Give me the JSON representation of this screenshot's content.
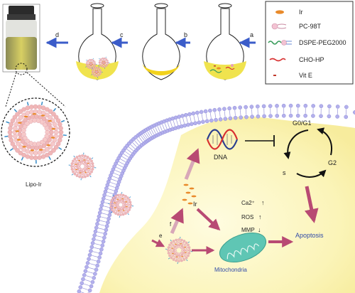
{
  "steps": {
    "a": "a",
    "b": "b",
    "c": "c",
    "d": "d",
    "e": "e",
    "f": "f"
  },
  "legend": {
    "items": [
      {
        "label": "Ir",
        "icon": "ir-ellipse-icon"
      },
      {
        "label": "PC-98T",
        "icon": "phospholipid-icon"
      },
      {
        "label": "DSPE-PEG2000",
        "icon": "peg-lipid-icon"
      },
      {
        "label": "CHO-HP",
        "icon": "cholesterol-icon"
      },
      {
        "label": "Vit E",
        "icon": "vitamin-e-icon"
      }
    ]
  },
  "labels": {
    "lipo_ir": "Lipo-Ir",
    "ir": "Ir",
    "dna": "DNA",
    "ca2": "Ca2⁺",
    "ros": "ROS",
    "mmp": "MMP",
    "mitochondria": "Mitochondria",
    "apoptosis": "Apoptosis",
    "g0g1": "G0/G1",
    "g2": "G2",
    "s": "s"
  },
  "colors": {
    "flask_liquid": "#f0e34e",
    "film": "#f2d21c",
    "liposome": "#f0b7b7",
    "membrane_head": "#a9a6e6",
    "cytoplasm": "#fbf6c8",
    "mitochondria": "#5fc6b4",
    "arrow_pink": "#b84a73",
    "label_blue": "#2f4aa8"
  }
}
